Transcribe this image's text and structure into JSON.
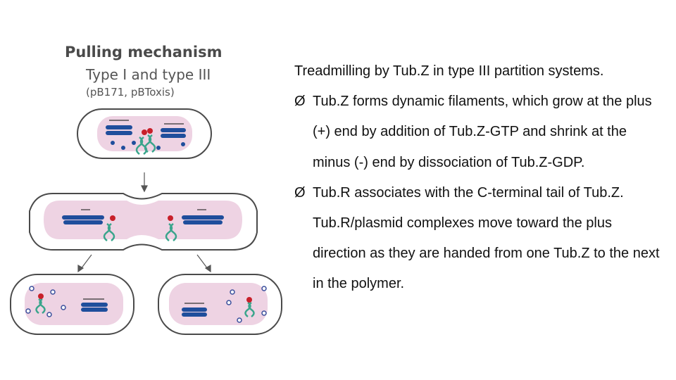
{
  "figure": {
    "title": "Pulling mechanism",
    "subtitle": "Type I and type III",
    "plasmids": "(pB171, pBToxis)"
  },
  "text": {
    "intro": "Treadmilling by Tub.Z in type III partition systems.",
    "bullets": [
      {
        "marker": "Ø",
        "text": "Tub.Z forms dynamic filaments, which grow at the plus (+) end by addition of Tub.Z-GTP and shrink at the minus (-) end by dissociation of Tub.Z-GDP."
      },
      {
        "marker": "Ø",
        "text": "Tub.R associates with the C-terminal tail of Tub.Z. Tub.R/plasmid complexes move toward the plus direction as they are handed from one Tub.Z to the next in the polymer."
      }
    ]
  },
  "colors": {
    "cell_fill": "#eed3e3",
    "cell_outline": "#4a4a4a",
    "filament": "#1f4e9c",
    "plasmid": "#3aa58c",
    "tubr": "#c8202a"
  }
}
